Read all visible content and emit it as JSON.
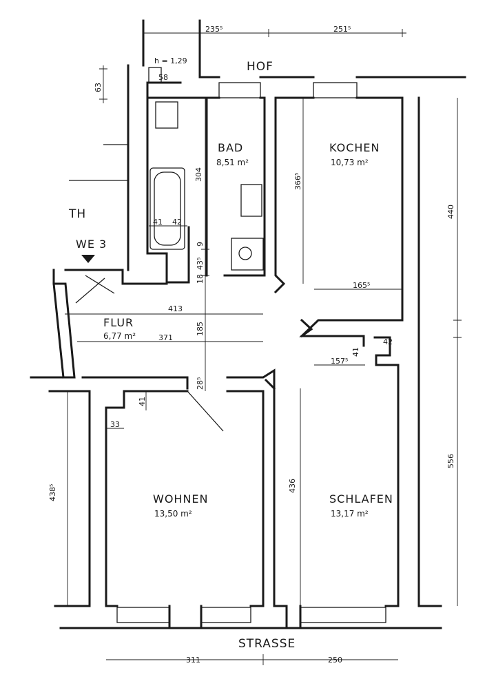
{
  "labels": {
    "hof": "HOF",
    "strasse": "STRASSE",
    "th": "TH",
    "we": "WE 3"
  },
  "rooms": {
    "bad": {
      "name": "BAD",
      "area": "8,51 m²"
    },
    "kochen": {
      "name": "KOCHEN",
      "area": "10,73 m²"
    },
    "flur": {
      "name": "FLUR",
      "area": "6,77 m²"
    },
    "wohnen": {
      "name": "WOHNEN",
      "area": "13,50 m²"
    },
    "schlafen": {
      "name": "SCHLAFEN",
      "area": "13,17 m²"
    }
  },
  "dims": {
    "top_left": "235⁵",
    "top_right": "251⁵",
    "h_129": "h = 1,29",
    "w58": "58",
    "d63": "63",
    "d304": "304",
    "d366": "366⁵",
    "d41a": "41",
    "d42a": "42",
    "d9": "9",
    "d435": "43⁵",
    "d18": "18",
    "d413": "413",
    "d185": "185",
    "d371": "371",
    "d165": "165⁵",
    "d157": "157⁵",
    "d41b": "41",
    "d42b": "42",
    "d285": "28⁵",
    "d41c": "41",
    "d33": "33",
    "d4385": "438⁵",
    "d436": "436",
    "d440": "440",
    "d556": "556",
    "d311": "311",
    "d250": "250"
  }
}
